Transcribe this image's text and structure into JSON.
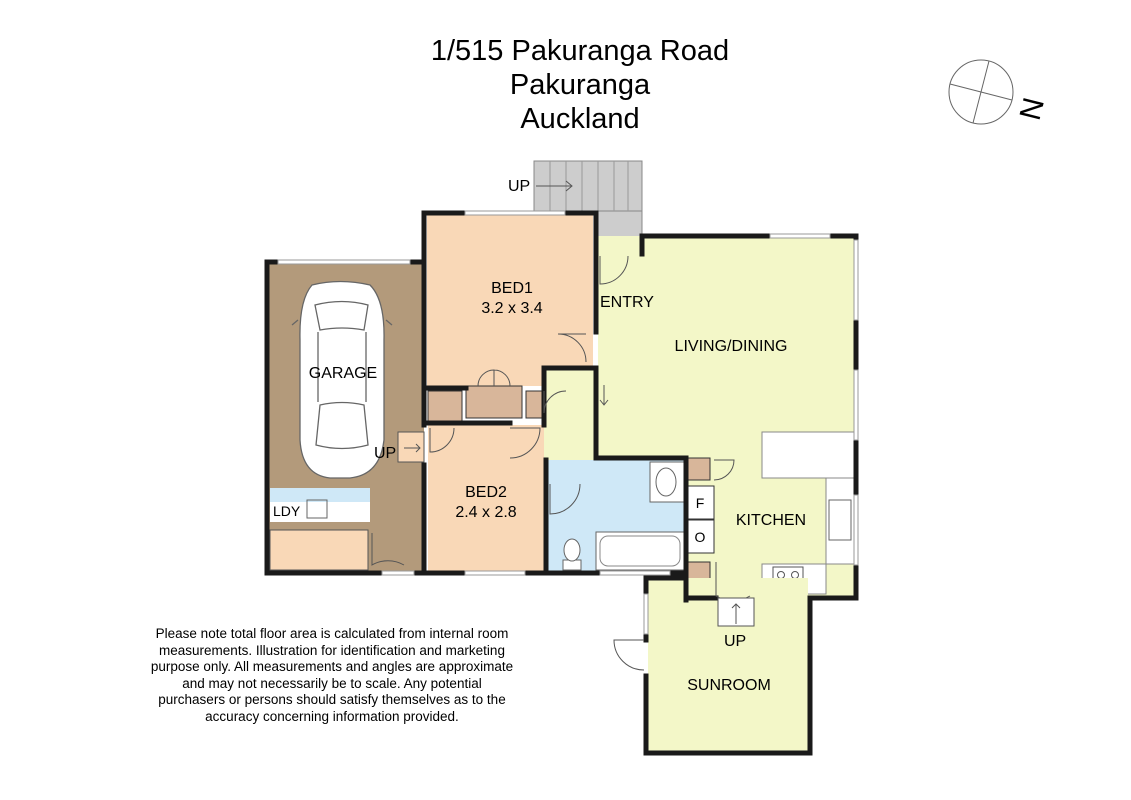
{
  "title": {
    "line1": "1/515 Pakuranga Road",
    "line2": "Pakuranga",
    "line3": "Auckland"
  },
  "compass": {
    "label": "N"
  },
  "rooms": {
    "bed1": {
      "name": "BED1",
      "size": "3.2 x 3.4"
    },
    "bed2": {
      "name": "BED2",
      "size": "2.4 x 2.8"
    },
    "garage": {
      "name": "GARAGE"
    },
    "laundry": {
      "name": "LDY"
    },
    "entry": {
      "name": "ENTRY"
    },
    "living": {
      "name": "LIVING/DINING"
    },
    "kitchen": {
      "name": "KITCHEN"
    },
    "sunroom": {
      "name": "SUNROOM"
    },
    "fridge": {
      "name": "F"
    },
    "oven": {
      "name": "O"
    }
  },
  "stair_labels": {
    "top": "UP",
    "garage": "UP",
    "sunroom": "UP"
  },
  "disclaimer": "Please note total floor area is calculated from internal room measurements.  Illustration for identification and marketing purpose only.  All measurements and angles are approximate and may not necessarily be to scale.  Any potential purchasers or persons should satisfy themselves as to the accuracy concerning information provided.",
  "colors": {
    "bedroom": "#f9d8b7",
    "garage": "#b39a7b",
    "living": "#f3f7c8",
    "bathroom": "#cfe8f7",
    "wardrobe": "#d8b69a",
    "stairs": "#cdcdcd",
    "wall": "#1a1a1a"
  }
}
